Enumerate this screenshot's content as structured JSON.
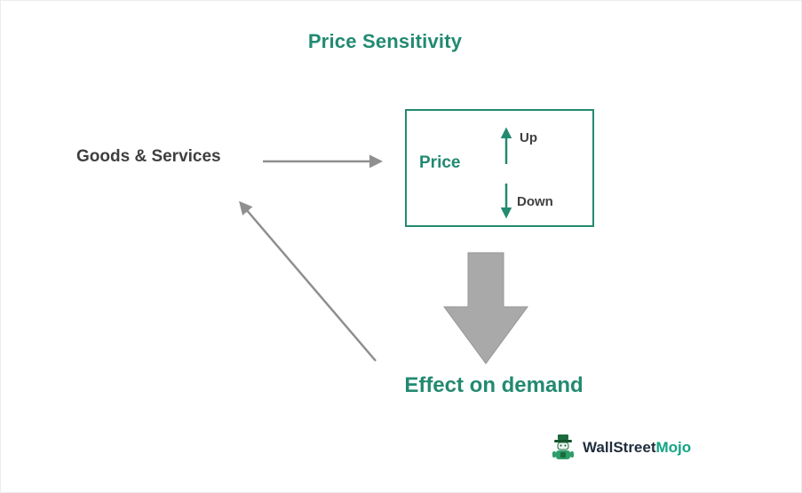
{
  "title": "Price Sensitivity",
  "diagram": {
    "input_label": "Goods & Services",
    "price_box": {
      "label": "Price",
      "up_label": "Up",
      "down_label": "Down"
    },
    "effect_label": "Effect on demand",
    "icons": [
      "right-arrow-icon",
      "up-arrow-icon",
      "down-arrow-icon",
      "block-down-arrow-icon",
      "feedback-arrow-icon"
    ]
  },
  "branding": {
    "name_part1": "WallStreet",
    "name_part2": "Mojo",
    "mascot": "mascot-icon"
  },
  "colors": {
    "teal": "#228a71",
    "brand_teal": "#13a385",
    "brand_dark": "#1f2d3d",
    "arrow_gray": "#8f8f8f",
    "block_arrow_fill": "#a9a9a9",
    "text_dark": "#3f3f3f",
    "background": "#ffffff"
  }
}
